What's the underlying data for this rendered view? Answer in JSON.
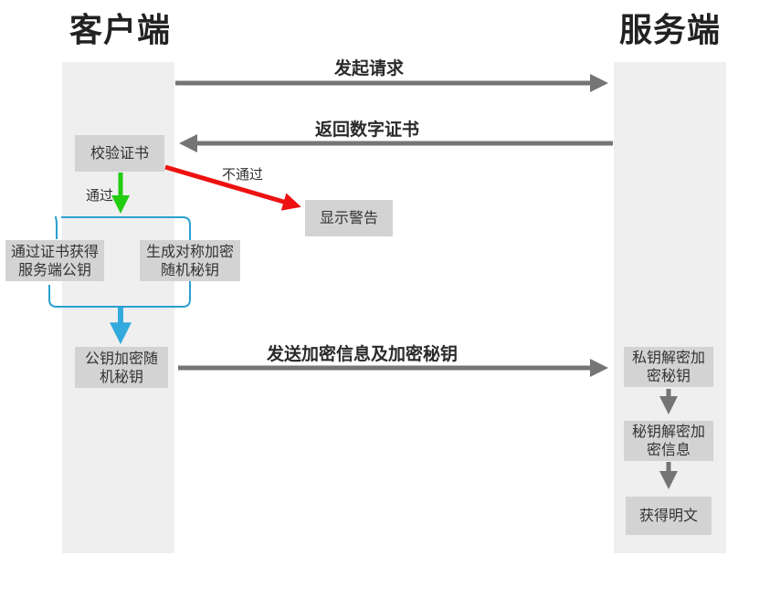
{
  "lanes": {
    "client": "客户端",
    "server": "服务端"
  },
  "messages": {
    "send_request": "发起请求",
    "return_cert": "返回数字证书",
    "send_encrypted": "发送加密信息及加密秘钥"
  },
  "client_steps": {
    "verify_cert": "校验证书",
    "fail_label": "不通过",
    "show_warning": "显示警告",
    "pass_label": "通过",
    "get_pubkey_line1": "通过证书获得",
    "get_pubkey_line2": "服务端公钥",
    "gen_key_line1": "生成对称加密",
    "gen_key_line2": "随机秘钥",
    "encrypt_line1": "公钥加密随",
    "encrypt_line2": "机秘钥"
  },
  "server_steps": {
    "decrypt_key_line1": "私钥解密加",
    "decrypt_key_line2": "密秘钥",
    "decrypt_msg_line1": "秘钥解密加",
    "decrypt_msg_line2": "密信息",
    "get_plaintext": "获得明文"
  },
  "colors": {
    "lane_bg": "#efefef",
    "box_bg": "#d3d3d3",
    "arrow_gray": "#757575",
    "arrow_fail": "#ee1111",
    "arrow_pass": "#22cc11",
    "group_border": "#2aa0d0",
    "arrow_blue": "#33aadd"
  }
}
